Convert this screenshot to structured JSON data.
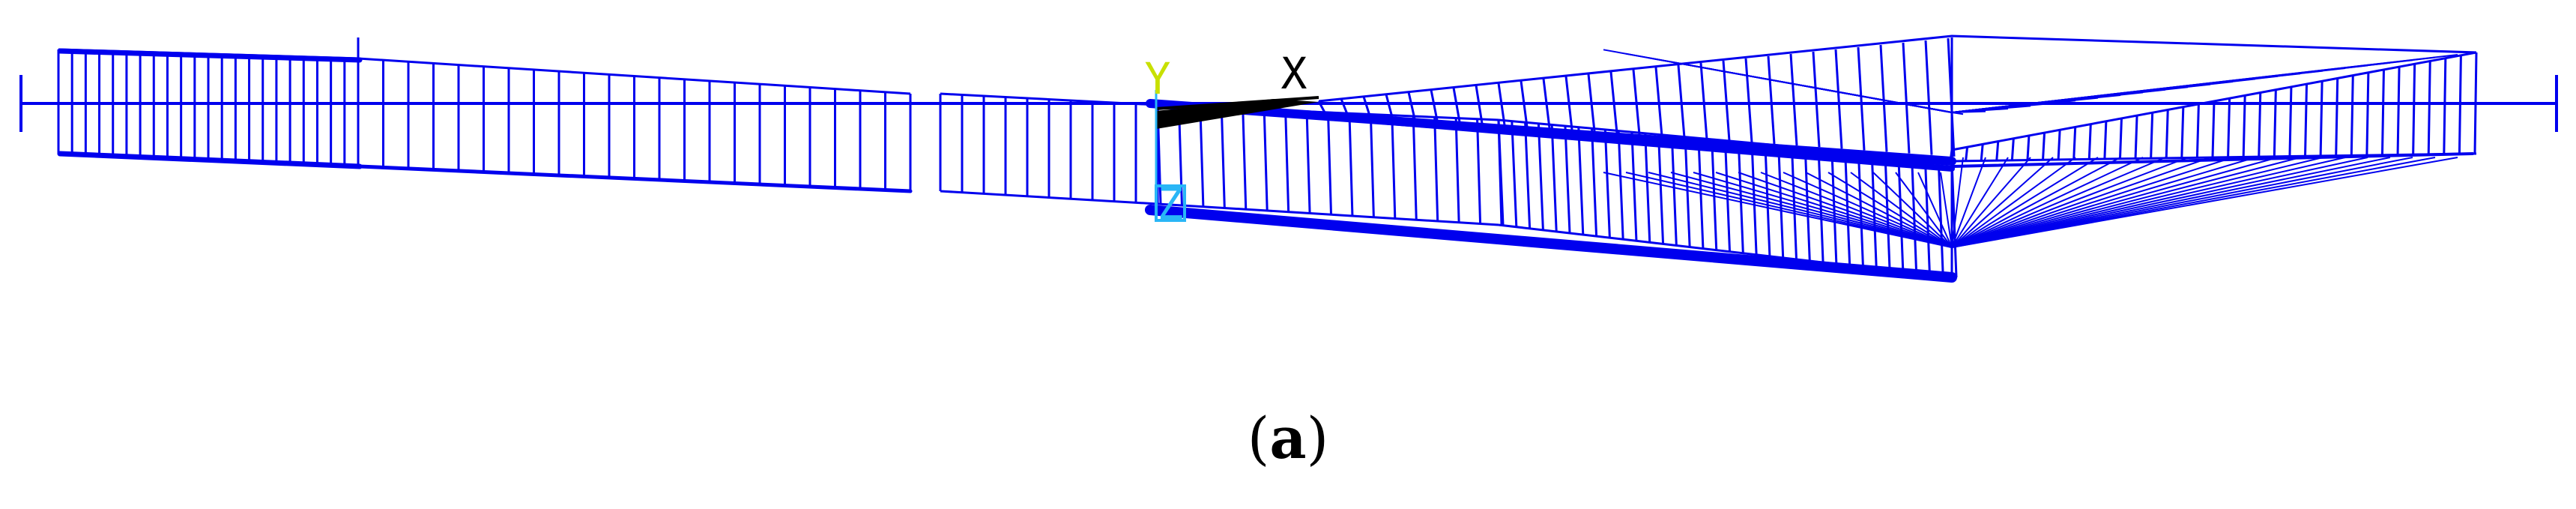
{
  "figure": {
    "caption_open": "(",
    "caption_letter": "a",
    "caption_close": ")"
  },
  "triad": {
    "y_label": "Y",
    "x_label": "X",
    "z_label": "Z",
    "y_color": "#c8e000",
    "x_color": "#000000",
    "z_color": "#29b6f6"
  },
  "colors": {
    "mesh": "#0000ee",
    "background": "#ffffff",
    "highlight": "#000000"
  }
}
